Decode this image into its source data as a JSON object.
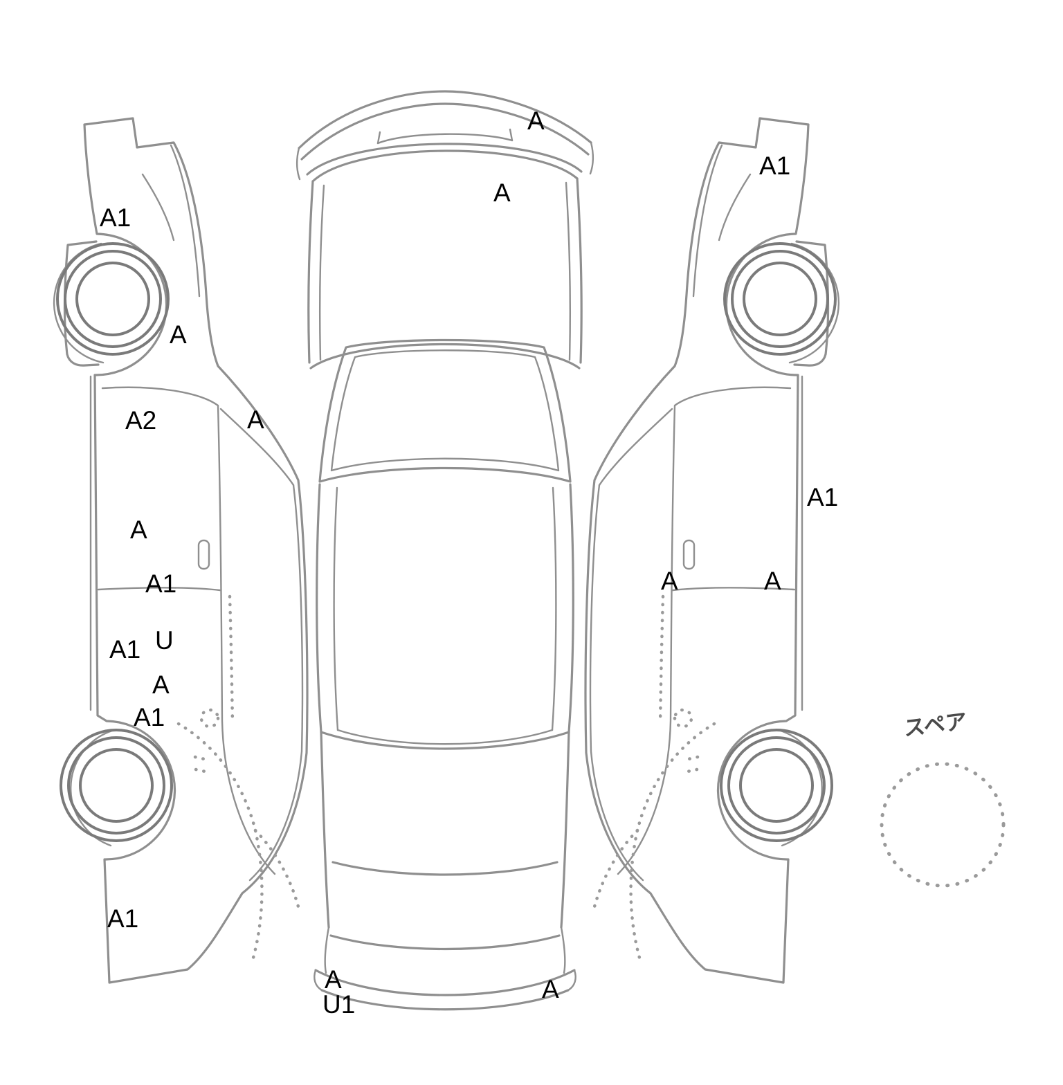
{
  "diagram_title": "vehicle-damage-expanded-view",
  "spare": {
    "label": "スペア"
  },
  "codes": [
    {
      "id": "top-front-bumper",
      "text": "A"
    },
    {
      "id": "top-hood",
      "text": "A"
    },
    {
      "id": "right-fender-top",
      "text": "A1"
    },
    {
      "id": "left-fender-top",
      "text": "A1"
    },
    {
      "id": "left-front-arch",
      "text": "A"
    },
    {
      "id": "left-front-door-upper",
      "text": "A2"
    },
    {
      "id": "left-a-pillar",
      "text": "A"
    },
    {
      "id": "right-rocker",
      "text": "A1"
    },
    {
      "id": "left-front-door",
      "text": "A"
    },
    {
      "id": "left-door-seam",
      "text": "A1"
    },
    {
      "id": "right-rear-door",
      "text": "A"
    },
    {
      "id": "right-front-door",
      "text": "A"
    },
    {
      "id": "left-rear-door-u",
      "text": "U"
    },
    {
      "id": "left-rocker-rear",
      "text": "A1"
    },
    {
      "id": "left-rear-door",
      "text": "A"
    },
    {
      "id": "left-rear-door-lower",
      "text": "A1"
    },
    {
      "id": "left-rear-bumper",
      "text": "A1"
    },
    {
      "id": "top-rear-left",
      "text": "A"
    },
    {
      "id": "top-rear-bumper",
      "text": "U1"
    },
    {
      "id": "top-rear-right",
      "text": "A"
    }
  ],
  "colors": {
    "line": "#8f8f8f",
    "wheel_line": "#7a7a7a",
    "hidden_line": "#9a9a9a",
    "code_text": "#000000",
    "spare_text": "#4a4a4a"
  }
}
